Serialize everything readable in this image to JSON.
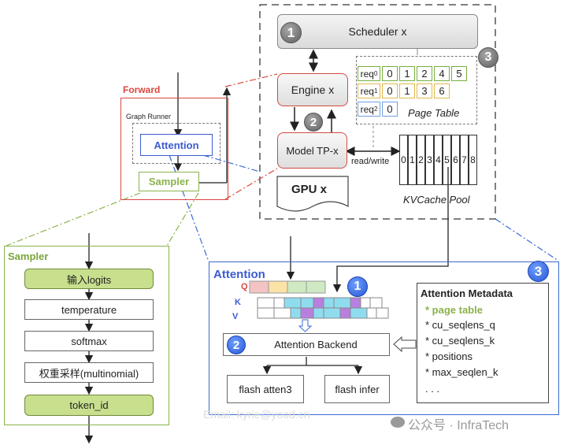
{
  "scheduler": {
    "label": "Scheduler x",
    "badge": "1"
  },
  "engine": {
    "label": "Engine x",
    "badge": "2"
  },
  "model": {
    "label": "Model TP-x"
  },
  "gpu": {
    "label": "GPU x"
  },
  "page_table": {
    "title": "Page Table",
    "badge": "3",
    "rows": [
      {
        "req": "req",
        "sub": "0",
        "cells": [
          "0",
          "1",
          "2",
          "4",
          "5"
        ]
      },
      {
        "req": "req",
        "sub": "1",
        "cells": [
          "0",
          "1",
          "3",
          "6"
        ]
      },
      {
        "req": "req",
        "sub": "2",
        "cells": [
          "0"
        ]
      }
    ]
  },
  "kvcache": {
    "title": "KVCache Pool",
    "rw_label": "read/write",
    "cells": [
      "0",
      "1",
      "2",
      "3",
      "4",
      "5",
      "6",
      "7",
      "8"
    ]
  },
  "forward": {
    "title": "Forward",
    "graph_runner": "Graph Runner",
    "attention": "Attention",
    "sampler": "Sampler"
  },
  "sampler_panel": {
    "title": "Sampler",
    "steps": [
      "输入logits",
      "temperature",
      "softmax",
      "权重采样(multinomial)",
      "token_id"
    ]
  },
  "attention_panel": {
    "title": "Attention",
    "badge": "3",
    "qkv_badge": "1",
    "q": "Q",
    "k": "K",
    "v": "V",
    "backend": "Attention Backend",
    "backend_badge": "2",
    "kernels": [
      "flash atten3",
      "flash infer"
    ]
  },
  "metadata": {
    "title": "Attention Metadata",
    "items": [
      "* page table",
      "* cu_seqlens_q",
      "* cu_seqlens_k",
      "* positions",
      "* max_seqlen_k",
      ". . ."
    ]
  },
  "watermark": {
    "email": "Email: kyrie@yood.cn",
    "brand": "公众号 · InfraTech"
  }
}
